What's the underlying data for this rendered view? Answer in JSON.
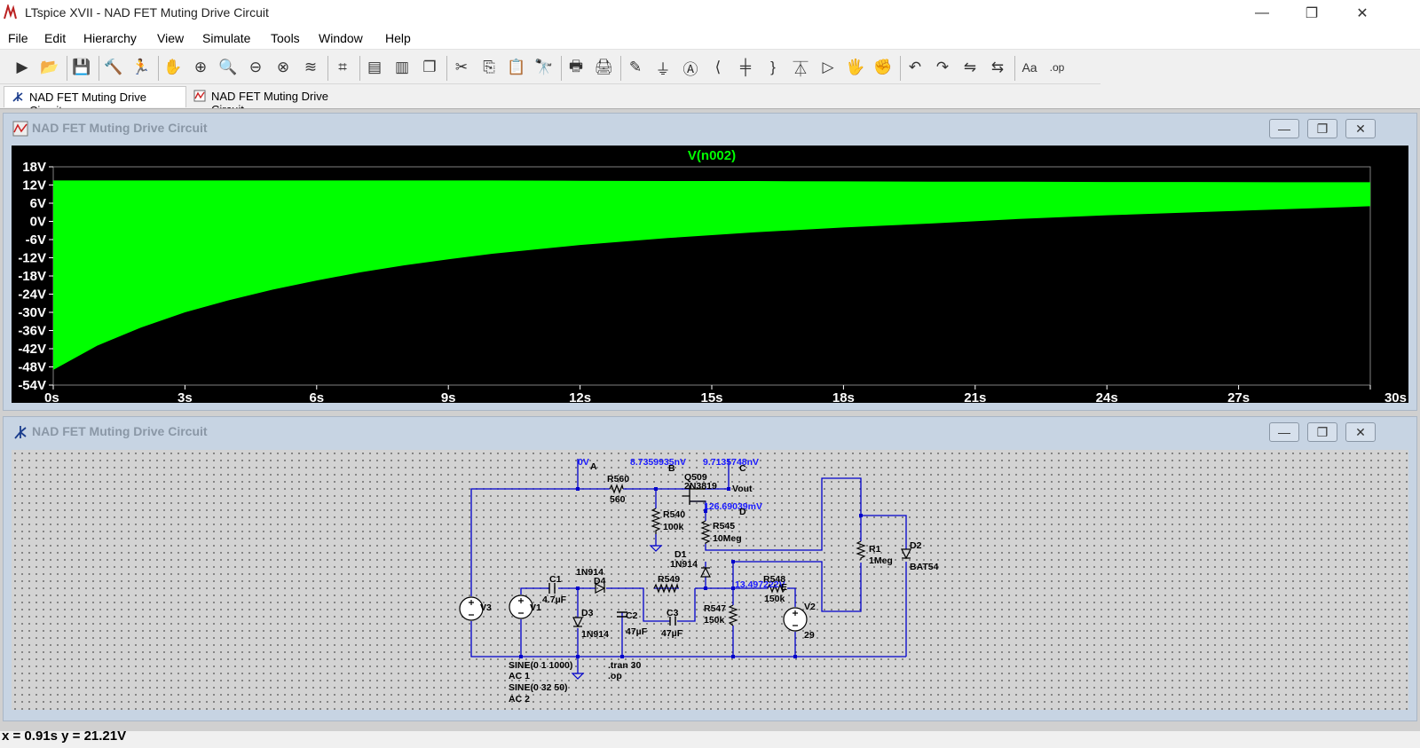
{
  "app": {
    "title": "LTspice XVII - NAD FET Muting Drive Circuit",
    "window_controls": {
      "minimize": "—",
      "maximize": "❐",
      "close": "✕"
    }
  },
  "menu": [
    "File",
    "Edit",
    "Hierarchy",
    "View",
    "Simulate",
    "Tools",
    "Window",
    "Help"
  ],
  "toolbar_icons": [
    "run-icon",
    "open-icon",
    "save-icon",
    "control-panel-icon",
    "halt-icon",
    "pan-icon",
    "zoom-in-icon",
    "zoom-area-icon",
    "zoom-out-icon",
    "zoom-fit-icon",
    "autorange-icon",
    "fft-icon",
    "tile-horizontal-icon",
    "tile-vertical-icon",
    "cascade-icon",
    "cut-icon",
    "copy-icon",
    "paste-icon",
    "find-icon",
    "print-icon",
    "print-preview-icon",
    "wire-icon",
    "ground-icon",
    "label-net-icon",
    "resistor-icon",
    "capacitor-icon",
    "inductor-icon",
    "diode-icon",
    "component-icon",
    "move-icon",
    "drag-icon",
    "undo-icon",
    "redo-icon",
    "rotate-icon",
    "mirror-icon",
    "text-icon",
    "spice-directive-icon"
  ],
  "toolbar_glyphs": [
    "▶",
    "📂",
    "💾",
    "🔨",
    "🏃",
    "✋",
    "⊕",
    "🔍",
    "⊖",
    "⊗",
    "≋",
    "⌗",
    "▤",
    "▥",
    "❐",
    "✂",
    "⎘",
    "📋",
    "🔭",
    "🖶",
    "🖨",
    "✎",
    "⏚",
    "Ⓐ",
    "⟨",
    "╪",
    "}",
    "⏄",
    "▷",
    "🖐",
    "✊",
    "↶",
    "↷",
    "⇋",
    "⇆",
    "Aa",
    ".op"
  ],
  "tabs": [
    {
      "label": "NAD FET Muting Drive Circuit",
      "icon": "schematic-icon",
      "active": true
    },
    {
      "label": "NAD FET Muting Drive Circuit",
      "icon": "waveform-icon",
      "active": false
    }
  ],
  "plot_window": {
    "title": "NAD FET Muting Drive Circuit",
    "buttons": {
      "minimize": "—",
      "restore": "❐",
      "close": "✕"
    }
  },
  "schematic_window": {
    "title": "NAD FET Muting Drive Circuit",
    "buttons": {
      "minimize": "—",
      "restore": "❐",
      "close": "✕"
    }
  },
  "colors": {
    "trace": "#00ff00",
    "plot_bg": "#000000",
    "net": "#0000cc",
    "node_label": "#1a1aff"
  },
  "chart_data": {
    "type": "area",
    "title": "V(n002)",
    "y_ticks": [
      "18V",
      "12V",
      "6V",
      "0V",
      "-6V",
      "-12V",
      "-18V",
      "-24V",
      "-30V",
      "-36V",
      "-42V",
      "-48V",
      "-54V"
    ],
    "x_ticks": [
      "0s",
      "3s",
      "6s",
      "9s",
      "12s",
      "15s",
      "18s",
      "21s",
      "24s",
      "27s",
      "30s"
    ],
    "xlim": [
      0,
      30
    ],
    "ylim": [
      -54,
      18
    ],
    "series": [
      {
        "envelope_x": [
          0,
          1,
          2,
          3,
          4,
          5,
          6,
          7,
          8,
          9,
          10,
          12,
          14,
          16,
          18,
          20,
          22,
          24,
          26,
          28,
          30
        ],
        "upper": [
          13.5,
          13.5,
          13.5,
          13.5,
          13.5,
          13.5,
          13.5,
          13.5,
          13.5,
          13.5,
          13.5,
          13.4,
          13.3,
          13.3,
          13.2,
          13.1,
          13.1,
          13.0,
          13.0,
          12.9,
          12.9
        ],
        "lower": [
          -49,
          -41,
          -35,
          -30,
          -26,
          -22.5,
          -19.5,
          -16.8,
          -14.5,
          -12.5,
          -10.7,
          -7.8,
          -5.5,
          -3.6,
          -2,
          -0.7,
          0.8,
          2,
          3,
          4,
          5
        ]
      }
    ]
  },
  "schematic": {
    "node_labels": [
      "0V",
      "8.7359935nV",
      "9.7135748nV",
      "126.69039mV",
      "13.497222V"
    ],
    "net_letters": [
      "A",
      "B",
      "C",
      "D",
      "E"
    ],
    "components": [
      {
        "ref": "R560",
        "value": "560"
      },
      {
        "ref": "R540",
        "value": "100k"
      },
      {
        "ref": "Q509",
        "value": "2N3819"
      },
      {
        "ref": "R545",
        "value": "10Meg"
      },
      {
        "ref": "R1",
        "value": "1Meg"
      },
      {
        "ref": "D2",
        "value": "BAT54"
      },
      {
        "ref": "D1",
        "value": "1N914"
      },
      {
        "ref": "D4",
        "value": "1N914"
      },
      {
        "ref": "D3",
        "value": "1N914"
      },
      {
        "ref": "C1",
        "value": "4.7µF"
      },
      {
        "ref": "C2",
        "value": "47µF"
      },
      {
        "ref": "C3",
        "value": "47µF"
      },
      {
        "ref": "R549",
        "value": ""
      },
      {
        "ref": "R548",
        "value": "150k"
      },
      {
        "ref": "R547",
        "value": "150k"
      },
      {
        "ref": "V1",
        "value": ""
      },
      {
        "ref": "V2",
        "value": "29"
      },
      {
        "ref": "V3",
        "value": ""
      }
    ],
    "vout_label": "Vout",
    "source_text": [
      "SINE(0 1 1000)",
      "AC 1",
      "SINE(0 32 50)",
      "AC 2"
    ],
    "directives": [
      ".tran 30",
      ".op"
    ]
  },
  "status": "x = 0.91s   y = 21.21V"
}
